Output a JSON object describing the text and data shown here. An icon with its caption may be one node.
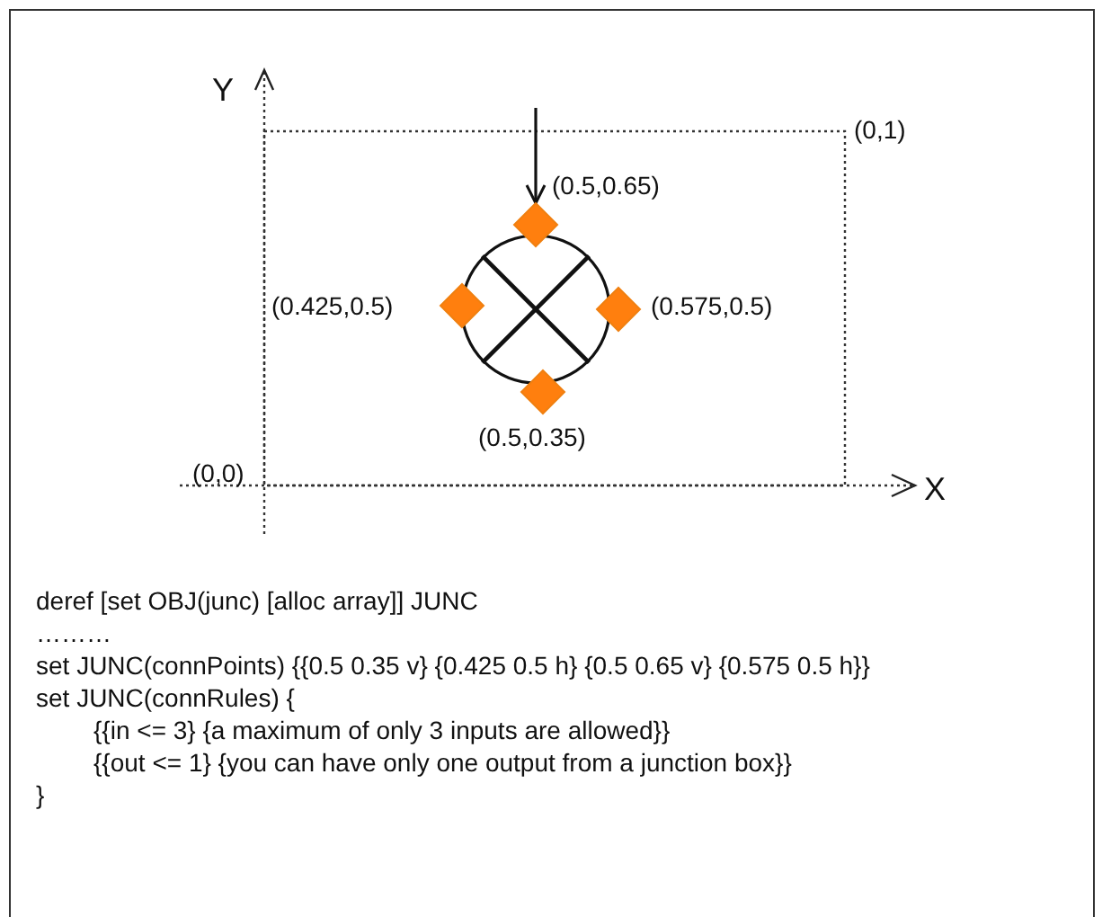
{
  "diagram": {
    "nodes": [
      {
        "text": [],
        "shape": "circle"
      },
      {
        "text": [],
        "shape": "diamond",
        "beside": [
          "(0.5,0.65)"
        ]
      },
      {
        "text": [],
        "shape": "diamond",
        "beside": [
          "(0.425,0.5)"
        ]
      },
      {
        "text": [],
        "shape": "diamond",
        "beside": [
          "(0.575,0.5)"
        ]
      },
      {
        "text": [],
        "shape": "diamond",
        "beside": [
          "(0.5,0.35)"
        ]
      }
    ],
    "edges": [
      {
        "from": null,
        "to": 1,
        "arrow": "to"
      }
    ],
    "labels": [
      "Y",
      "(0,1)",
      "(0,0)",
      "X",
      "deref [set OBJ(junc) [alloc array]] JUNC",
      "………",
      "set JUNC(connPoints) {{0.5 0.35 v} {0.425 0.5 h} {0.5 0.65 v} {0.575 0.5 h}}",
      "set JUNC(connRules) {",
      "{{in <= 3} {a maximum of only 3 inputs are allowed}}",
      "{{out <= 1} {you can have only one output from a junction box}}",
      "}"
    ]
  }
}
